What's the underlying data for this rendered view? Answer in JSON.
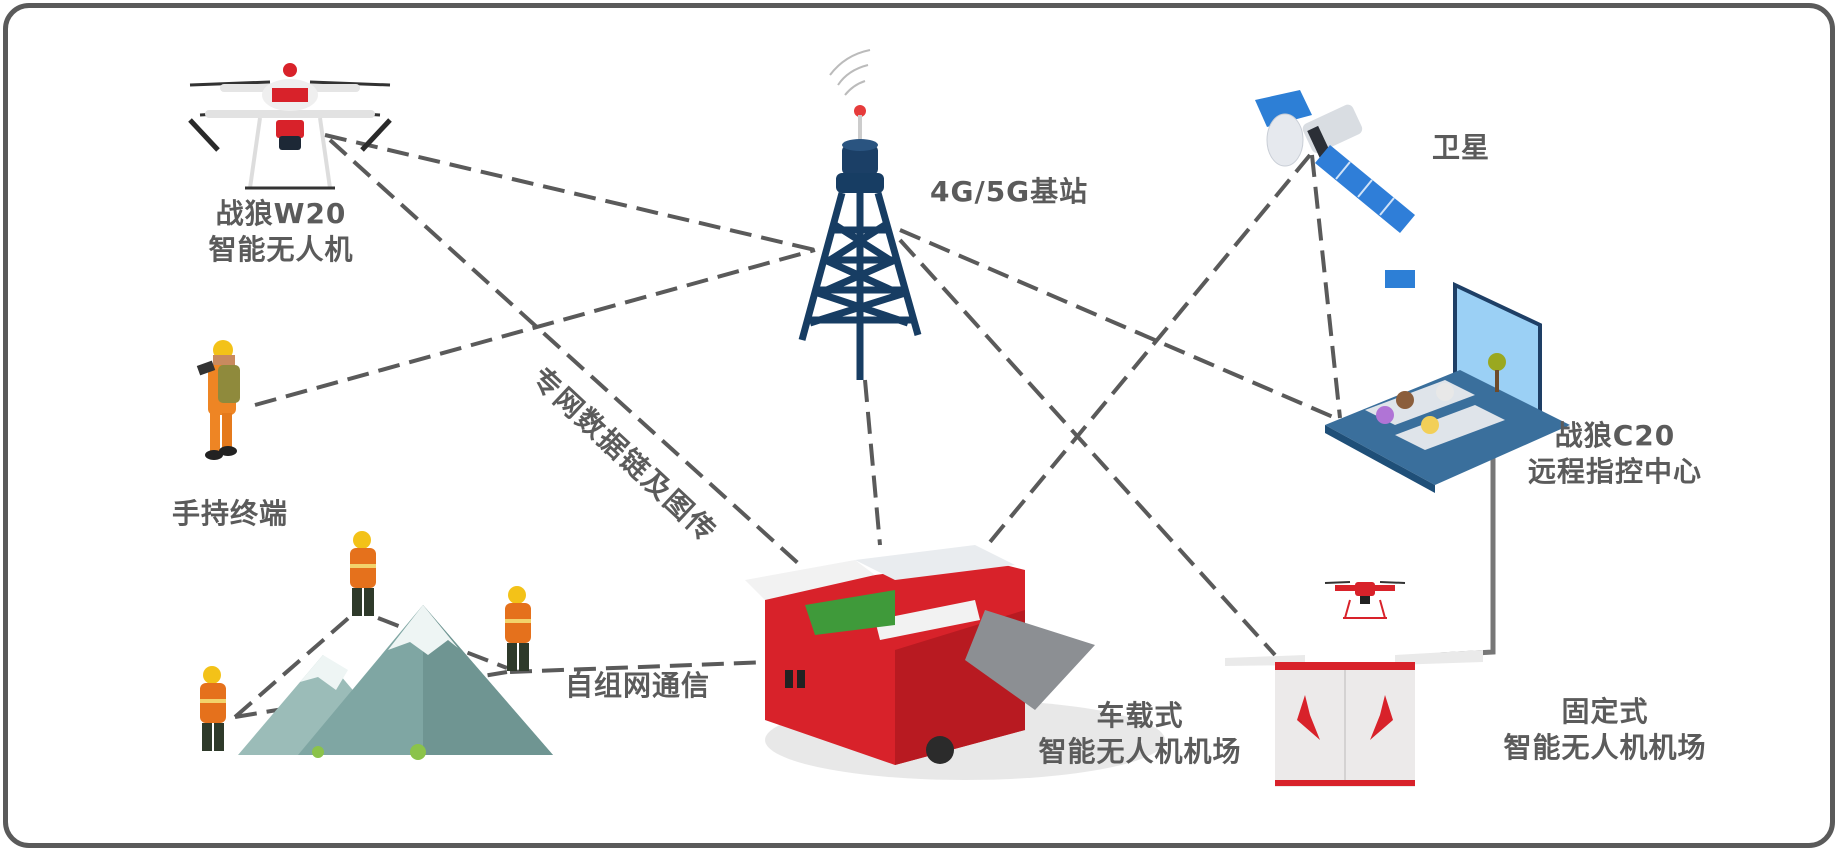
{
  "diagram": {
    "title": "",
    "nodes": {
      "drone_w20": {
        "line1": "战狼W20",
        "line2": "智能无人机"
      },
      "base_station": {
        "label": "4G/5G基站"
      },
      "satellite": {
        "label": "卫星"
      },
      "command_center": {
        "line1": "战狼C20",
        "line2": "远程指控中心"
      },
      "handheld": {
        "label": "手持终端"
      },
      "vehicle_hangar": {
        "line1": "车载式",
        "line2": "智能无人机机场"
      },
      "fixed_hangar": {
        "line1": "固定式",
        "line2": "智能无人机机场"
      },
      "mesh_team": {
        "label": "自组网通信"
      }
    },
    "link_labels": {
      "private_link": "专网数据链及图传",
      "mesh": "自组网通信"
    },
    "edges": [
      {
        "from": "drone_w20",
        "to": "base_station",
        "style": "dashed"
      },
      {
        "from": "drone_w20",
        "to": "vehicle_hangar",
        "style": "dashed",
        "label": "专网数据链及图传"
      },
      {
        "from": "handheld",
        "to": "base_station",
        "style": "dashed"
      },
      {
        "from": "base_station",
        "to": "vehicle_hangar",
        "style": "dashed"
      },
      {
        "from": "base_station",
        "to": "command_center",
        "style": "dashed"
      },
      {
        "from": "base_station",
        "to": "fixed_hangar",
        "style": "dashed"
      },
      {
        "from": "satellite",
        "to": "vehicle_hangar",
        "style": "dashed"
      },
      {
        "from": "satellite",
        "to": "command_center",
        "style": "dashed"
      },
      {
        "from": "command_center",
        "to": "fixed_hangar",
        "style": "solid"
      },
      {
        "from": "mesh_team",
        "to": "vehicle_hangar",
        "style": "dashed",
        "label": "自组网通信"
      }
    ],
    "colors": {
      "frame": "#5a5a5a",
      "line": "#5a5a5a",
      "label": "#5b5b5b",
      "tower": "#173d63",
      "brand_red": "#d8222a",
      "mountain": "#7fa6a3",
      "uniform": "#e87a1e",
      "panel_blue": "#3a7fd0"
    }
  }
}
